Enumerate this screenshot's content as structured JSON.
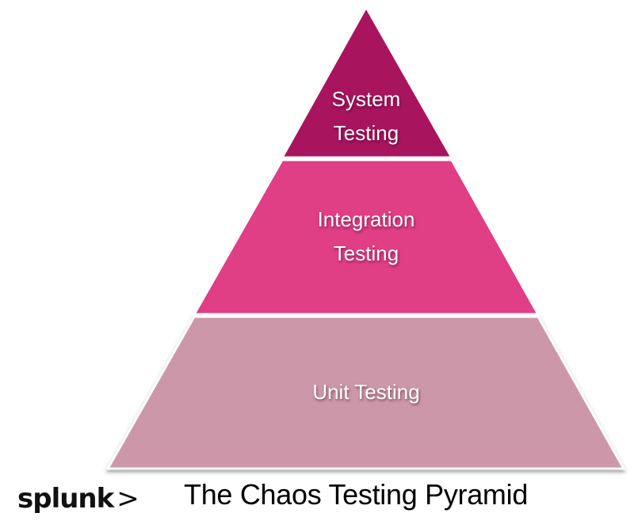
{
  "title": "The Chaos Testing Pyramid",
  "logo": {
    "text": "splunk",
    "mark": ">"
  },
  "tiers": [
    {
      "lines": [
        "System",
        "Testing"
      ],
      "color": "#A8145E"
    },
    {
      "lines": [
        "Integration",
        "Testing"
      ],
      "color": "#E03E85"
    },
    {
      "lines": [
        "Unit Testing"
      ],
      "color": "#CC98A9"
    }
  ]
}
